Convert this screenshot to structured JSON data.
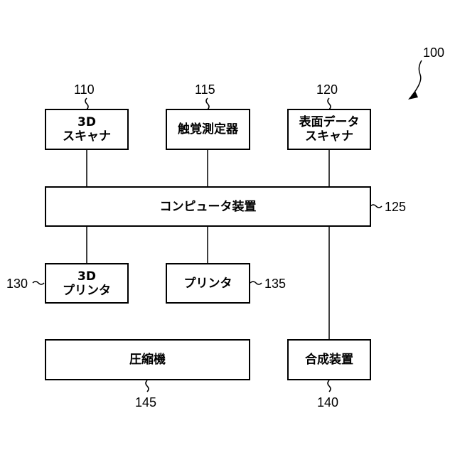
{
  "figure_ref": "100",
  "blocks": {
    "scanner_3d": {
      "label": "3D\nスキャナ",
      "ref": "110"
    },
    "tactile": {
      "label": "触覚測定器",
      "ref": "115"
    },
    "surface_scanner": {
      "label": "表面データ\nスキャナ",
      "ref": "120"
    },
    "computer": {
      "label": "コンピュータ装置",
      "ref": "125"
    },
    "printer_3d": {
      "label": "3D\nプリンタ",
      "ref": "130"
    },
    "printer": {
      "label": "プリンタ",
      "ref": "135"
    },
    "compressor": {
      "label": "圧縮機",
      "ref": "145"
    },
    "synthesizer": {
      "label": "合成装置",
      "ref": "140"
    }
  }
}
